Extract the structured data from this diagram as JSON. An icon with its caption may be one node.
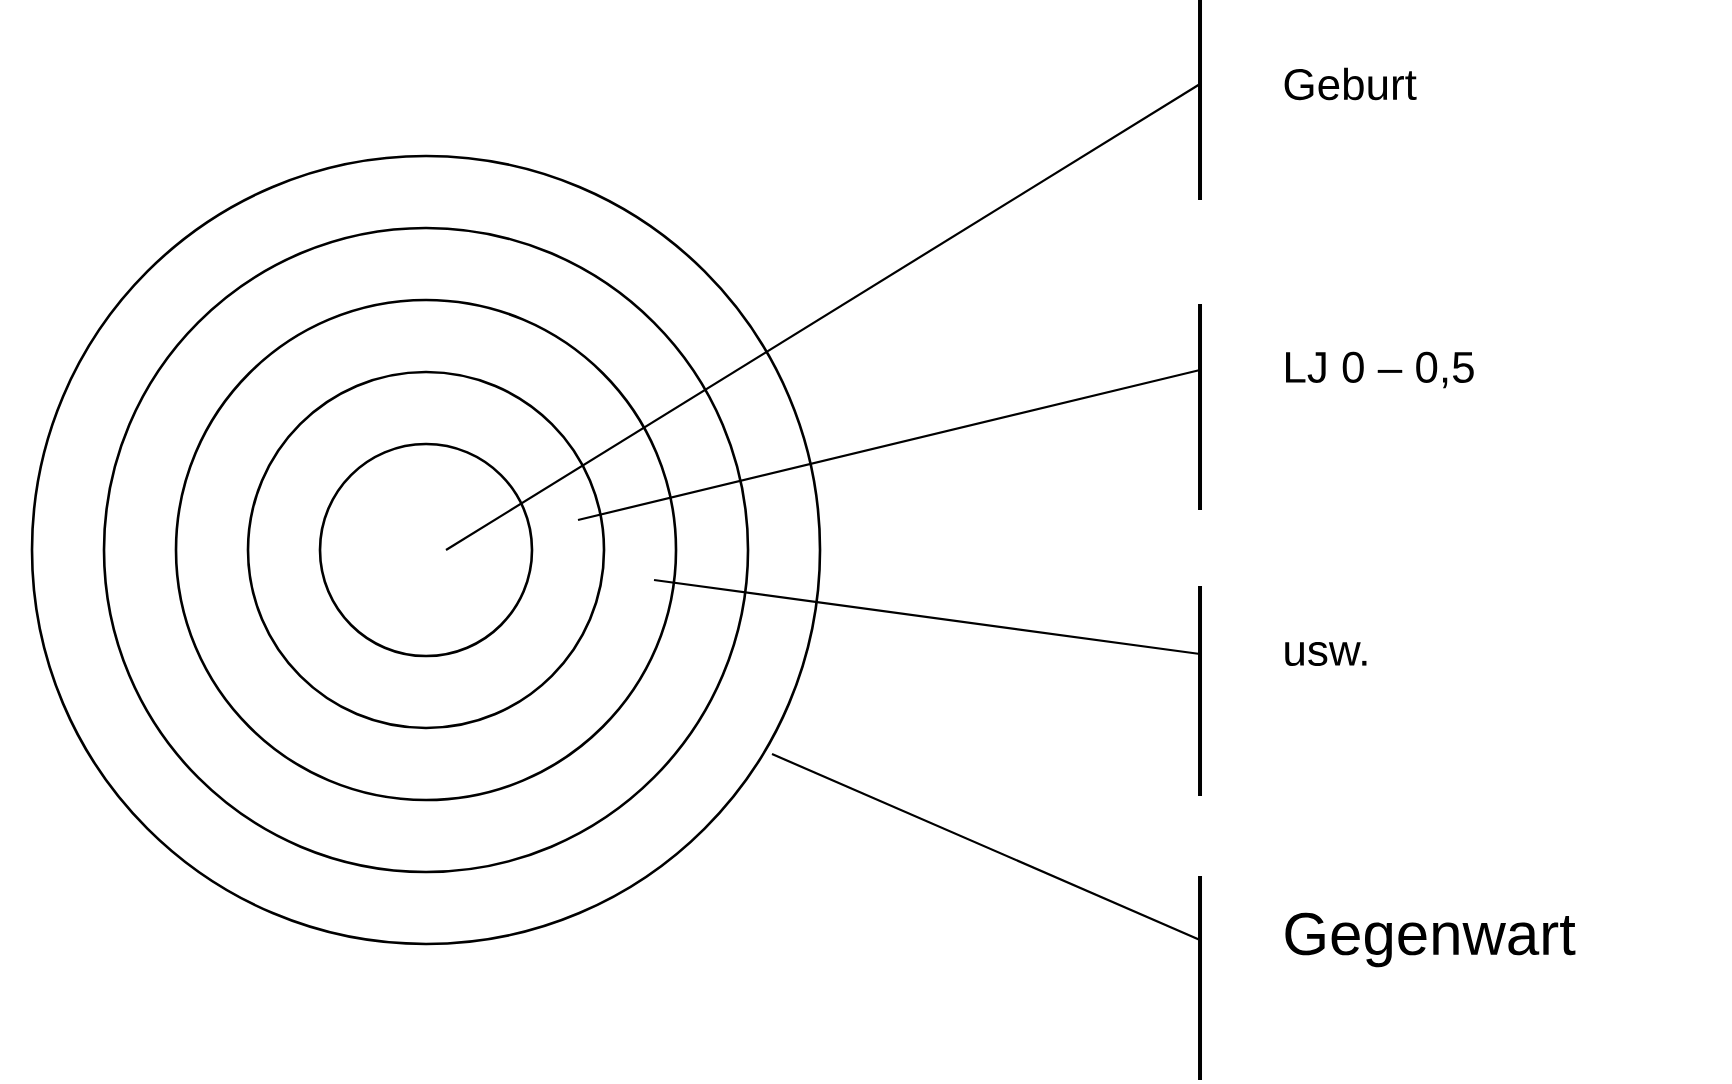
{
  "diagram": {
    "nodes": [
      {
        "text": [
          "Geburt"
        ]
      },
      {
        "text": [
          "LJ 0 – 0,5"
        ]
      },
      {
        "text": [
          "usw."
        ]
      },
      {
        "text": [
          "Gegenwart"
        ]
      }
    ],
    "edges": [
      {
        "from": 0,
        "to": null,
        "arrow": "none"
      },
      {
        "from": 1,
        "to": null,
        "arrow": "none"
      },
      {
        "from": 2,
        "to": null,
        "arrow": "none"
      },
      {
        "from": 3,
        "to": null,
        "arrow": "none"
      }
    ]
  }
}
